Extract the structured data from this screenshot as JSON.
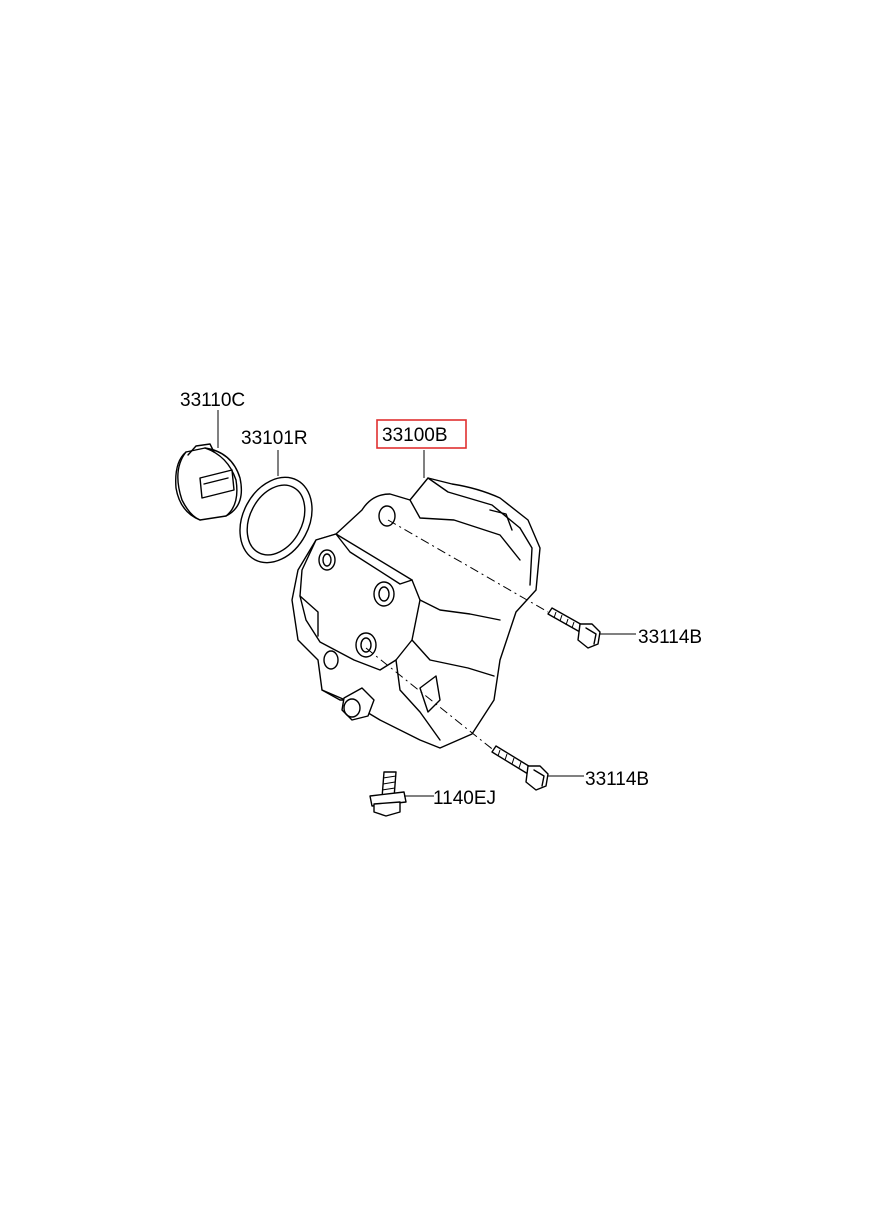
{
  "diagram": {
    "highlight_color": "#e03030",
    "parts": [
      {
        "id": "part-33110c",
        "label": "33110C"
      },
      {
        "id": "part-33101r",
        "label": "33101R"
      },
      {
        "id": "part-33100b",
        "label": "33100B",
        "highlighted": true
      },
      {
        "id": "part-33114b-upper",
        "label": "33114B"
      },
      {
        "id": "part-33114b-lower",
        "label": "33114B"
      },
      {
        "id": "part-1140ej",
        "label": "1140EJ"
      }
    ]
  }
}
